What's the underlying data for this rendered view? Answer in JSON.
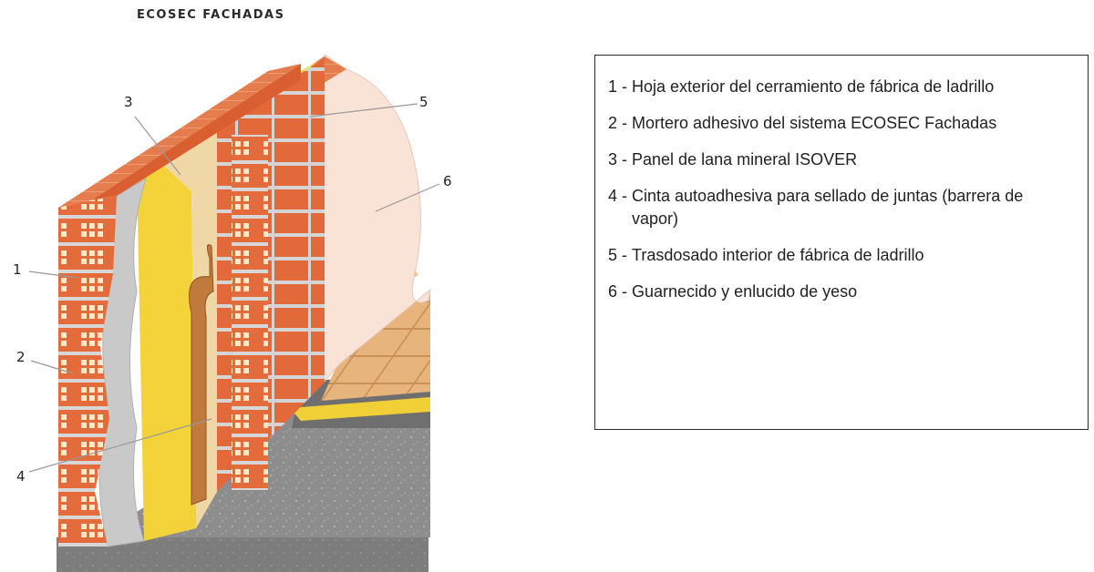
{
  "title": "ECOSEC FACHADAS",
  "callouts": [
    "1",
    "2",
    "3",
    "4",
    "5",
    "6"
  ],
  "legend": [
    {
      "num": "1",
      "text": "Hoja exterior del cerramiento de fábrica de ladrillo"
    },
    {
      "num": "2",
      "text": "Mortero adhesivo del sistema ECOSEC Fachadas"
    },
    {
      "num": "3",
      "text": "Panel de lana mineral ISOVER"
    },
    {
      "num": "4",
      "text": "Cinta autoadhesiva para sellado de juntas (barrera de vapor)"
    },
    {
      "num": "5",
      "text": "Trasdosado interior de fábrica de ladrillo"
    },
    {
      "num": "6",
      "text": "Guarnecido y enlucido de yeso"
    }
  ],
  "colors": {
    "brick": "#e2693a",
    "mortar": "#c9c9c9",
    "insulation": "#f4d33a",
    "tape": "#c07a3b",
    "plaster": "#f9e2d6",
    "concrete": "#8e8e8e",
    "floor": "#e8b47d"
  }
}
